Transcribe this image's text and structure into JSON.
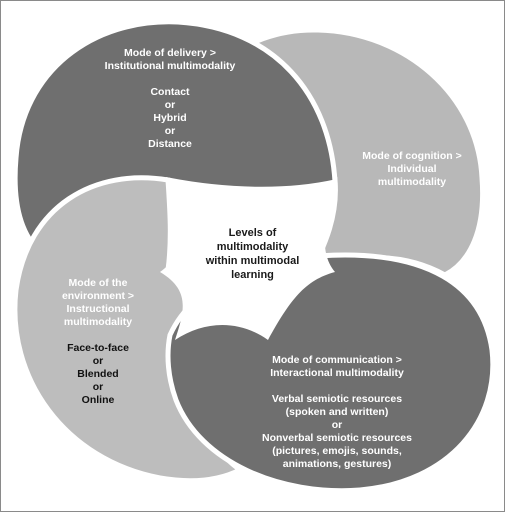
{
  "center": {
    "lines": [
      "Levels of",
      "multimodality",
      "within multimodal",
      "learning"
    ]
  },
  "delivery": {
    "title_lines": [
      "Mode of delivery >",
      "Institutional multimodality"
    ],
    "items": [
      "Contact",
      "or",
      "Hybrid",
      "or",
      "Distance"
    ]
  },
  "cognition": {
    "title_lines": [
      "Mode of cognition >",
      "Individual",
      "multimodality"
    ]
  },
  "environment": {
    "title_lines": [
      "Mode of the",
      "environment >",
      "Instructional",
      "multimodality"
    ],
    "items": [
      "Face-to-face",
      "or",
      "Blended",
      "or",
      "Online"
    ]
  },
  "communication": {
    "title_lines": [
      "Mode of communication >",
      "Interactional multimodality"
    ],
    "items": [
      "Verbal semiotic resources",
      "(spoken and written)",
      "or",
      "Nonverbal semiotic resources",
      "(pictures, emojis, sounds,",
      "animations, gestures)"
    ]
  },
  "colors": {
    "delivery": "#6f6f6f",
    "cognition": "#b8b8b8",
    "environment": "#bdbdbd",
    "communication": "#6f6f6f",
    "outline": "#ffffff",
    "frame": "#8a8a8a"
  }
}
